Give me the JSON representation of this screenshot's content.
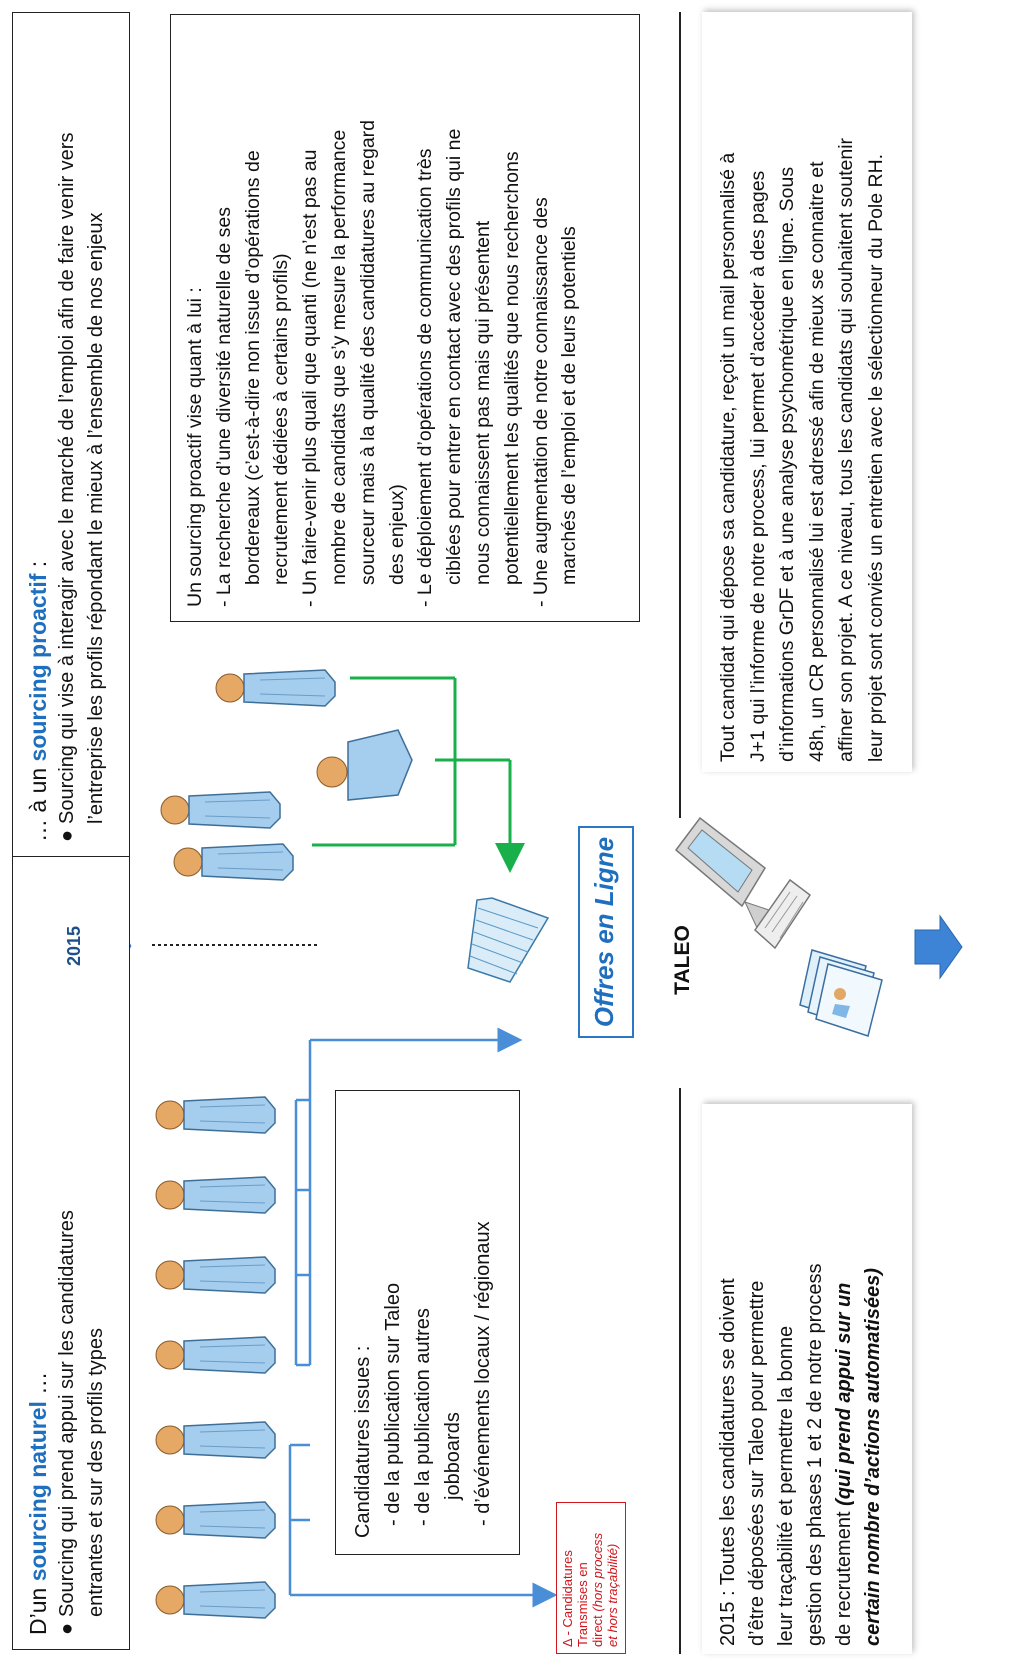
{
  "natural": {
    "prefix": "D’un ",
    "emph": "sourcing naturel",
    "suffix": " …",
    "bullet_lines": [
      "Sourcing qui prend appui sur les candidatures",
      "entrantes et sur des profils types"
    ]
  },
  "proactive": {
    "prefix": "… à un ",
    "emph": "sourcing proactif",
    "suffix": " :",
    "bullet_lines": [
      "Sourcing qui vise à interagir avec le marché de l’emploi afin de faire venir vers",
      "l’entreprise les profils répondant le mieux à l’ensemble de nos enjeux"
    ]
  },
  "year_arrow": "2015",
  "proactive_detail": {
    "intro": "Un sourcing proactif vise quant à lui :",
    "lines": [
      "- La recherche d’une diversité naturelle de ses",
      "bordereaux (c’est-à-dire non issue d’opérations de",
      "recrutement dédiées à certains profils)",
      "- Un faire-venir plus quali que quanti (ne n’est pas au",
      "nombre de candidats que s’y mesure la performance",
      "sourceur mais à la qualité des candidatures au regard",
      "des enjeux)",
      "- Le déploiement d’opérations de communication très",
      "ciblées pour entrer en contact avec des profils qui ne",
      "nous connaissent pas mais qui présentent",
      "potentiellement les qualités que nous recherchons",
      "- Une augmentation de notre connaissance des",
      "marchés de l’emploi et de leurs potentiels"
    ]
  },
  "candidatures_box": {
    "title": "Candidatures issues :",
    "lines": [
      "- de la publication sur Taleo",
      "- de la publication autres",
      "jobboards",
      "- d’événements locaux / régionaux"
    ]
  },
  "offres": "Offres en Ligne",
  "taleo": "TALEO",
  "direct_note": {
    "line1": "Δ - Candidatures",
    "line2": "Transmises en",
    "line3_plain": "direct ",
    "line3_italic": "(hors process",
    "line4_italic": "et hors traçabilité)"
  },
  "taleo_note": {
    "lines": [
      "2015 : Toutes les candidatures se doivent",
      "d’être déposées sur Taleo pour permettre",
      "leur traçabilité et permettre la bonne",
      "gestion des phases 1 et 2 de notre process",
      "de recrutement "
    ],
    "italic1": "(qui prend appui sur un",
    "italic2": "certain nombre d’actions automatisées)"
  },
  "process_note": {
    "lines": [
      "Tout candidat qui dépose sa candidature, reçoit un mail personnalisé à",
      "J+1 qui l’informe de notre process,  lui permet d’accéder à des pages",
      "d’informations GrDF et à une analyse psychométrique en ligne. Sous",
      "48h, un CR personnalisé lui est adressé afin de mieux se connaitre et",
      "affiner son projet. A ce niveau, tous les candidats qui souhaitent soutenir",
      "leur projet sont conviés un entretien avec le sélectionneur du Pole RH."
    ]
  },
  "colors": {
    "blue": "#1f6fbf",
    "green": "#19b04b",
    "red": "#d0161d",
    "arrow": "#4a8ed8"
  }
}
